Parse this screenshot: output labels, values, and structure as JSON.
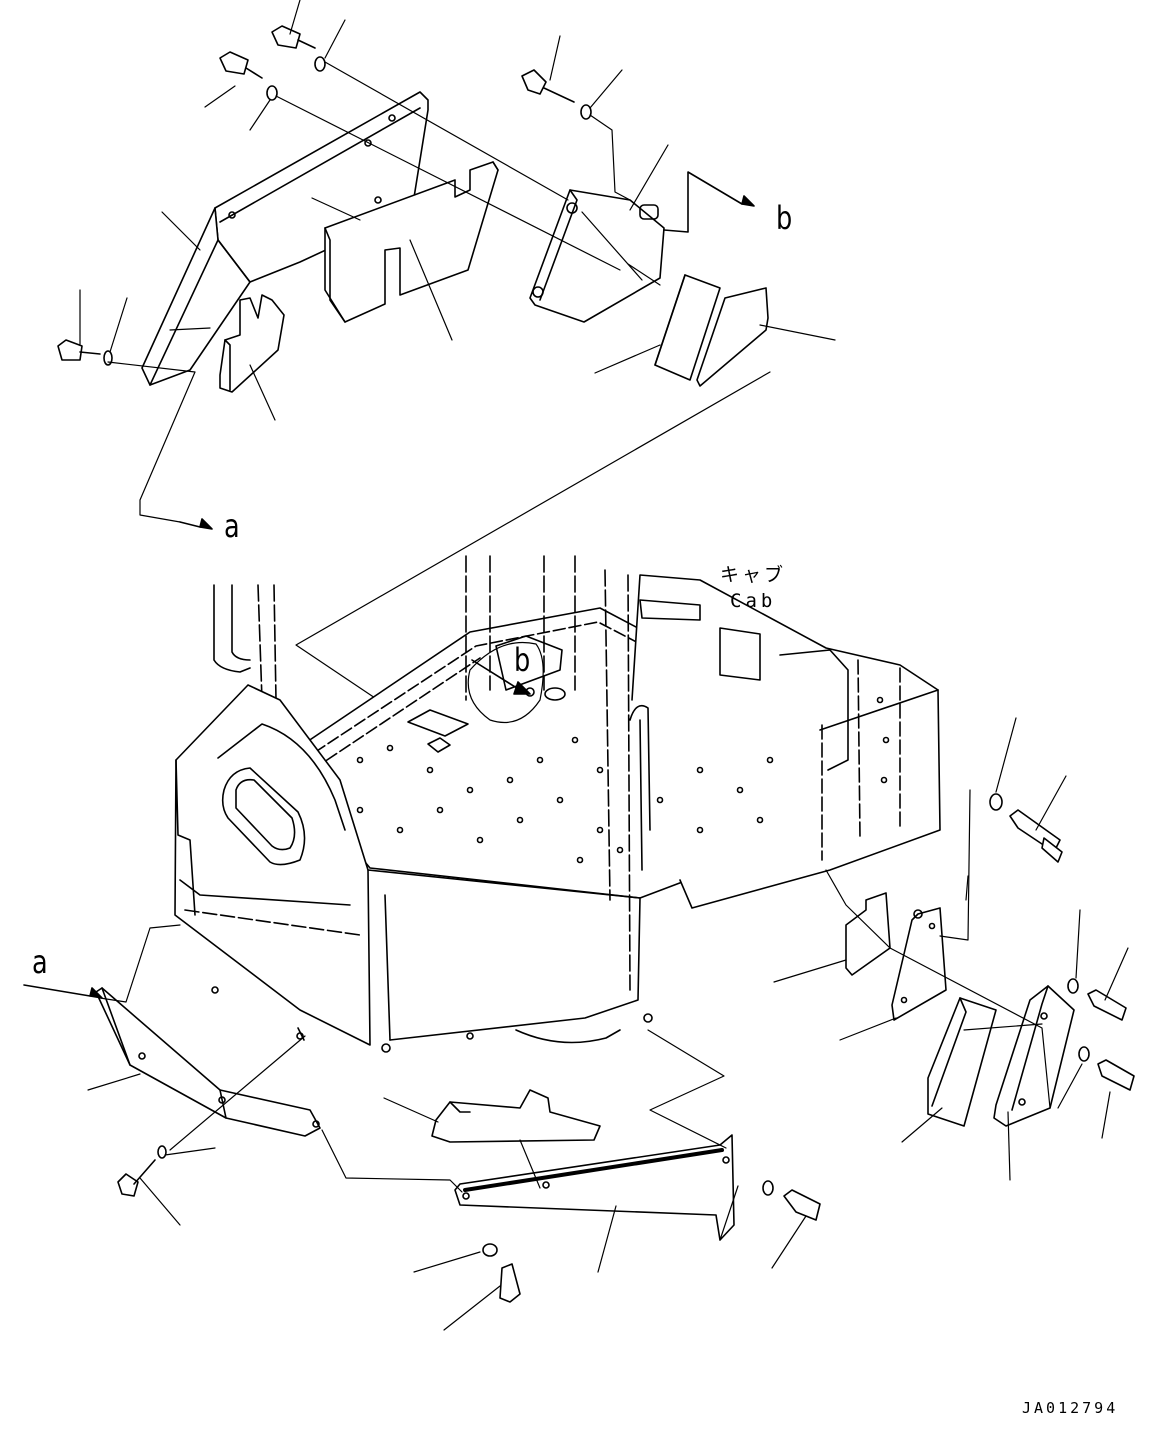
{
  "labels": {
    "ref_a_top": "a",
    "ref_b_top": "b",
    "ref_b_floor": "b",
    "ref_a_left": "a",
    "cab_japanese": "キャブ",
    "cab_english": "Cab",
    "drawing_code": "JA012794"
  },
  "colors": {
    "ink": "#000000",
    "paper": "#ffffff"
  }
}
